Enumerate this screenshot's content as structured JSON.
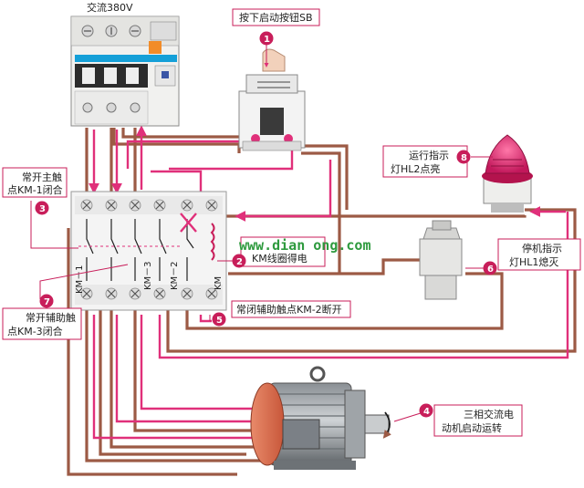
{
  "colors": {
    "wire_brown": "#9c5a45",
    "wire_pink": "#e0307a",
    "badge_fill": "#c81e5a",
    "label_border": "#c81e5a",
    "watermark": "#2e9a3e",
    "lamp_red": "#d81b60"
  },
  "breaker": {
    "title": "交流380V"
  },
  "labels": {
    "step1": "按下启动按钮SB",
    "step2": "KM线圈得电",
    "step3_line1": "常开主触",
    "step3_line2": "点KM-1闭合",
    "step4_line1": "三相交流电",
    "step4_line2": "动机启动运转",
    "step5": "常闭辅助触点KM-2断开",
    "step6_line1": "停机指示",
    "step6_line2": "灯HL1熄灭",
    "step7_line1": "常开辅助触",
    "step7_line2": "点KM-3闭合",
    "step8_line1": "运行指示",
    "step8_line2": "灯HL2点亮"
  },
  "badges": {
    "b1": "1",
    "b2": "2",
    "b3": "3",
    "b4": "4",
    "b5": "5",
    "b6": "6",
    "b7": "7",
    "b8": "8"
  },
  "contactor": {
    "km1": "KM－1",
    "km3": "KM－3",
    "km2": "KM－2",
    "km": "KM"
  },
  "watermark": "www.dian ong.com"
}
